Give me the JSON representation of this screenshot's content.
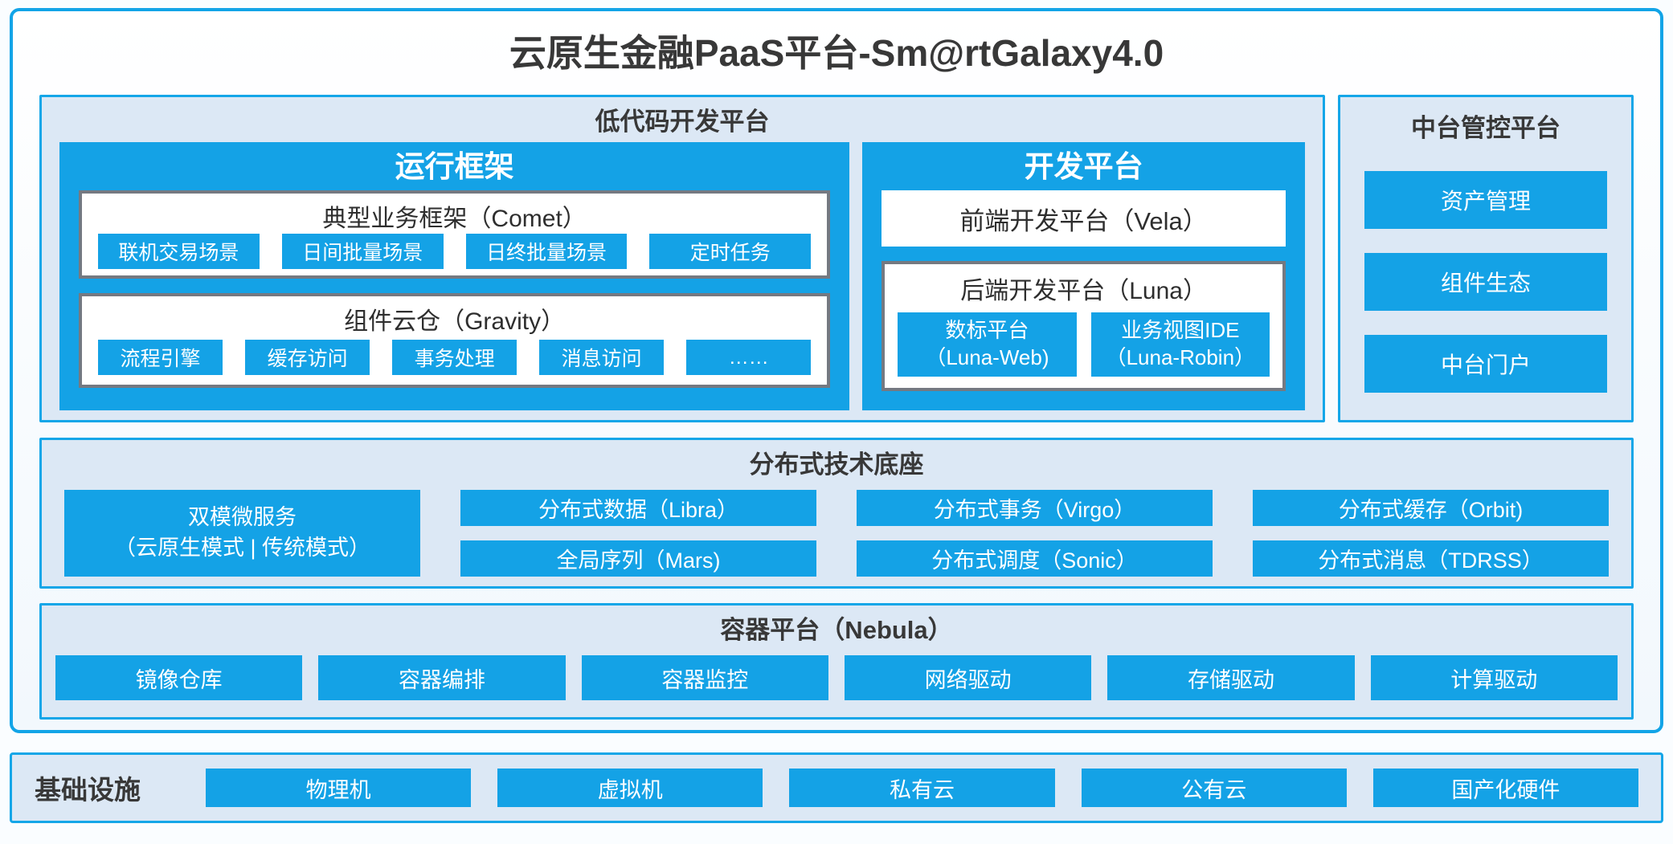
{
  "title": "云原生金融PaaS平台-Sm@rtGalaxy4.0",
  "colors": {
    "accent_blue": "#14a2e6",
    "panel_background": "#dce8f5",
    "panel_border": "#14a6e8",
    "gray_box_border": "#757981",
    "dark_text": "#383838",
    "white_text": "#ffffff"
  },
  "lowcode_platform": {
    "title": "低代码开发平台",
    "runtime_framework": {
      "title": "运行框架",
      "comet": {
        "title": "典型业务框架（Comet）",
        "items": [
          "联机交易场景",
          "日间批量场景",
          "日终批量场景",
          "定时任务"
        ]
      },
      "gravity": {
        "title": "组件云仓（Gravity）",
        "items": [
          "流程引擎",
          "缓存访问",
          "事务处理",
          "消息访问",
          "……"
        ]
      }
    },
    "dev_platform": {
      "title": "开发平台",
      "vela_title": "前端开发平台（Vela）",
      "luna": {
        "title": "后端开发平台（Luna）",
        "items": [
          {
            "line1": "数标平台",
            "line2": "（Luna-Web)"
          },
          {
            "line1": "业务视图IDE",
            "line2": "（Luna-Robin）"
          }
        ]
      }
    }
  },
  "midplatform": {
    "title": "中台管控平台",
    "items": [
      "资产管理",
      "组件生态",
      "中台门户"
    ]
  },
  "distributed_base": {
    "title": "分布式技术底座",
    "dual_mode": {
      "line1": "双模微服务",
      "line2": "（云原生模式 | 传统模式）"
    },
    "columns": [
      [
        "分布式数据（Libra）",
        "全局序列（Mars)"
      ],
      [
        "分布式事务（Virgo）",
        "分布式调度（Sonic）"
      ],
      [
        "分布式缓存（Orbit)",
        "分布式消息（TDRSS）"
      ]
    ]
  },
  "container_platform": {
    "title": "容器平台（Nebula）",
    "items": [
      "镜像仓库",
      "容器编排",
      "容器监控",
      "网络驱动",
      "存储驱动",
      "计算驱动"
    ]
  },
  "infrastructure": {
    "title": "基础设施",
    "items": [
      "物理机",
      "虚拟机",
      "私有云",
      "公有云",
      "国产化硬件"
    ]
  }
}
